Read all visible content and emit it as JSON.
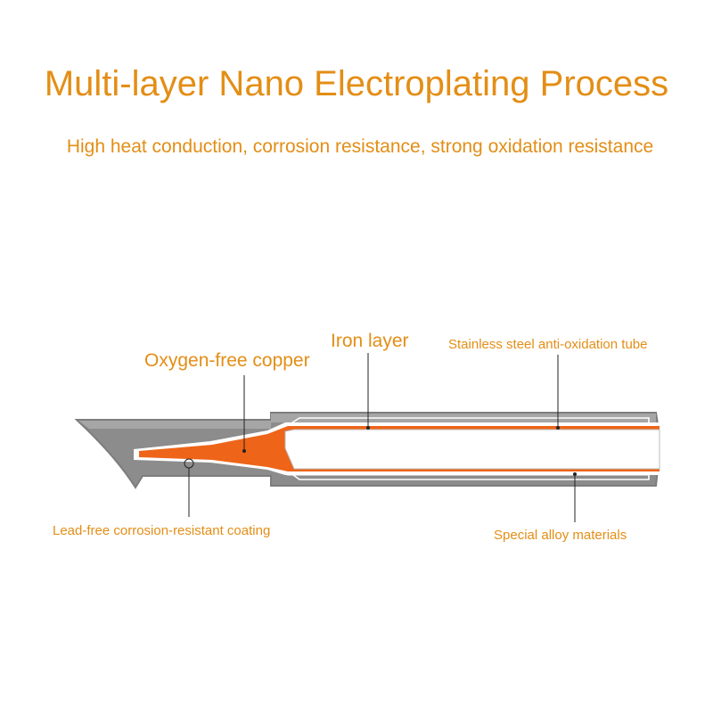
{
  "title": "Multi-layer Nano Electroplating Process",
  "subtitle": "High heat conduction, corrosion resistance, strong oxidation resistance",
  "labels": {
    "copper": "Oxygen-free copper",
    "iron": "Iron layer",
    "steel": "Stainless steel anti-oxidation tube",
    "lead": "Lead-free corrosion-resistant coating",
    "alloy": "Special alloy materials"
  },
  "colors": {
    "accent": "#e38e16",
    "copper": "#ee6418",
    "shell": "#8c8c8c",
    "shell_light": "#a6a6a6"
  }
}
